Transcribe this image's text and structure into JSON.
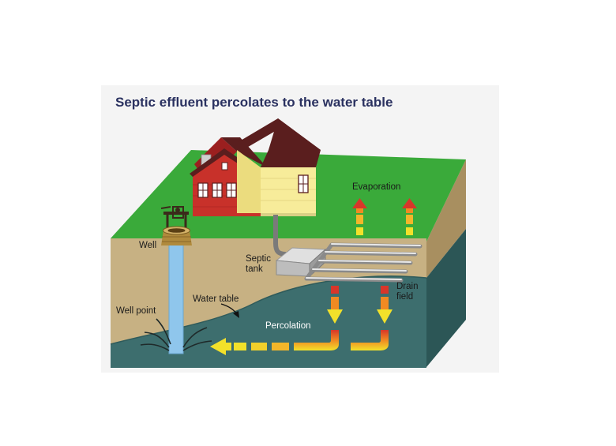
{
  "title": "Septic effluent percolates to the water table",
  "labels": {
    "well": "Well",
    "septic_tank_line1": "Septic",
    "septic_tank_line2": "tank",
    "evaporation": "Evaporation",
    "drain_field_line1": "Drain",
    "drain_field_line2": "field",
    "water_table": "Water table",
    "well_point": "Well point",
    "percolation": "Percolation"
  },
  "colors": {
    "title": "#2a3160",
    "grass": "#3aaa3a",
    "soil": "#c7b183",
    "soil_side": "#a88f60",
    "groundwater": "#3d6e6e",
    "groundwater_side": "#2c5656",
    "well_water": "#8fc6ec",
    "red_house": "#c8312a",
    "yellow_house": "#f7ec9a",
    "roof": "#5a1e1e",
    "arrow_red": "#d8362a",
    "arrow_orange": "#f08a22",
    "arrow_yellow": "#f2e12a"
  }
}
